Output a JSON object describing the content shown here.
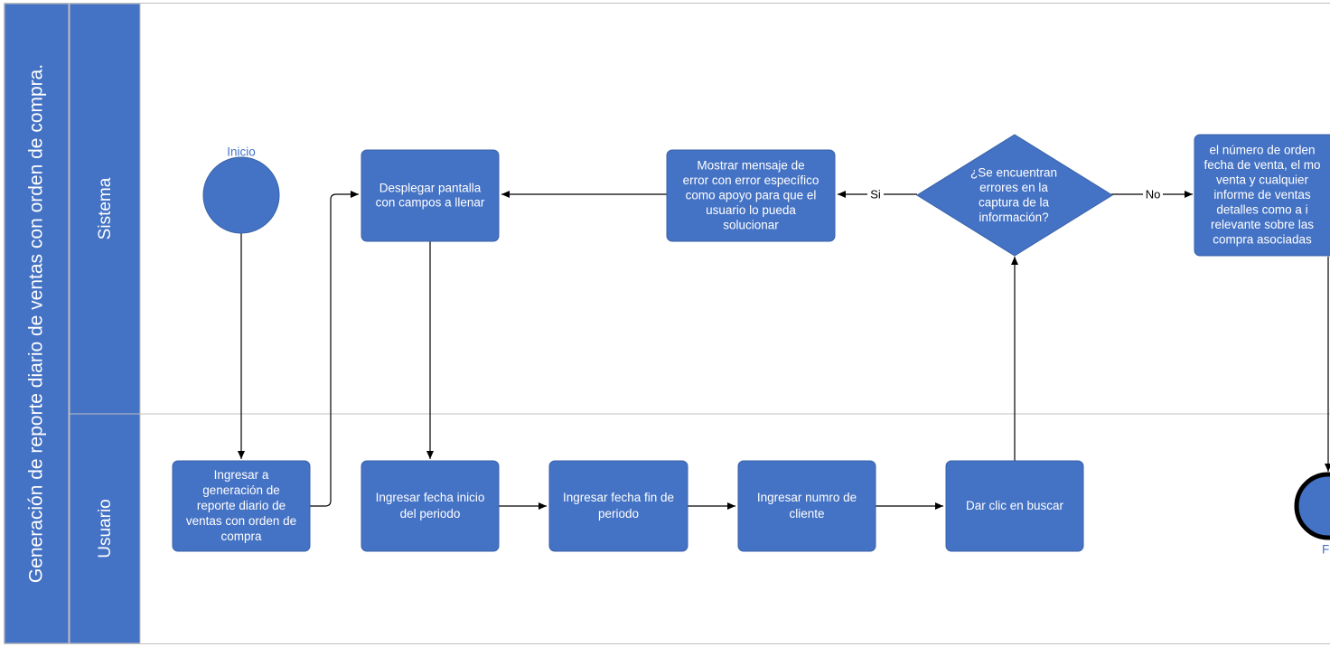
{
  "colors": {
    "shape_fill": "#4472c4",
    "shape_stroke": "#3a62a8",
    "lane_header": "#4472c4",
    "border": "#bfbfbf",
    "line": "#000000",
    "label": "#4472c4"
  },
  "pool": {
    "title": "Generación de reporte diario de ventas con orden de compra."
  },
  "lanes": [
    {
      "id": "sistema",
      "label": "Sistema"
    },
    {
      "id": "usuario",
      "label": "Usuario"
    }
  ],
  "start": {
    "label": "Inicio"
  },
  "end": {
    "label": "Fi"
  },
  "nodes": [
    {
      "id": "desplegar",
      "lines": [
        "Desplegar pantalla",
        "con campos a llenar"
      ]
    },
    {
      "id": "mostrar",
      "lines": [
        "Mostrar mensaje de",
        "error con error específico",
        "como apoyo para que el",
        "usuario lo pueda",
        "solucionar"
      ]
    },
    {
      "id": "decision",
      "lines": [
        "¿Se encuentran",
        "errores en la",
        "captura de la",
        "información?"
      ]
    },
    {
      "id": "resultado",
      "lines": [
        "el número de orden",
        "fecha de venta, el mo",
        "venta y cualquier",
        "informe de ventas",
        "detalles como  a i",
        "relevante sobre las",
        "compra asociadas"
      ]
    },
    {
      "id": "ingresar_reporte",
      "lines": [
        "Ingresar a",
        "generación de",
        "reporte diario de",
        "ventas con orden de",
        "compra"
      ]
    },
    {
      "id": "fecha_inicio",
      "lines": [
        "Ingresar fecha inicio",
        "del periodo"
      ]
    },
    {
      "id": "fecha_fin",
      "lines": [
        "Ingresar fecha fin de",
        "periodo"
      ]
    },
    {
      "id": "cliente",
      "lines": [
        "Ingresar numro de",
        "cliente"
      ]
    },
    {
      "id": "buscar",
      "lines": [
        "Dar clic en buscar"
      ]
    }
  ],
  "edge_labels": {
    "si": "Si",
    "no": "No"
  }
}
